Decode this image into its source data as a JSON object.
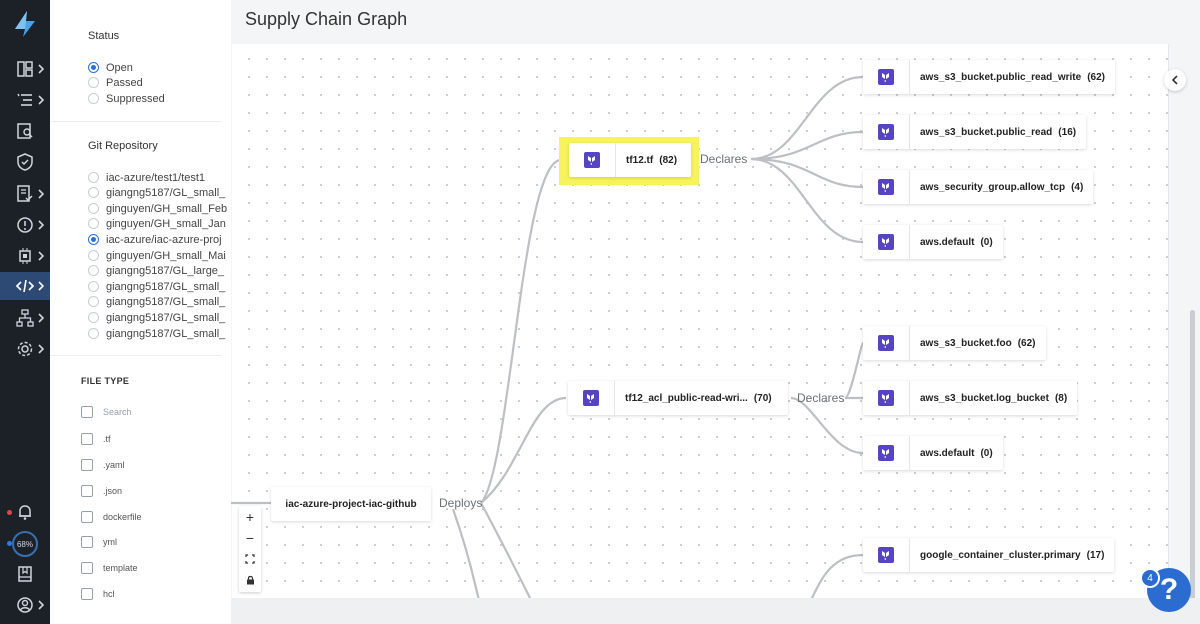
{
  "filters": {
    "status": {
      "title": "Status",
      "options": [
        {
          "label": "Open",
          "checked": true
        },
        {
          "label": "Passed",
          "checked": false
        },
        {
          "label": "Suppressed",
          "checked": false
        }
      ]
    },
    "git_repository": {
      "title": "Git Repository",
      "options": [
        {
          "label": "iac-azure/test1/test1",
          "checked": false
        },
        {
          "label": "giangng5187/GL_small_",
          "checked": false
        },
        {
          "label": "ginguyen/GH_small_Feb",
          "checked": false
        },
        {
          "label": "ginguyen/GH_small_Jan",
          "checked": false
        },
        {
          "label": "iac-azure/iac-azure-proj",
          "checked": true
        },
        {
          "label": "ginguyen/GH_small_Mai",
          "checked": false
        },
        {
          "label": "giangng5187/GL_large_",
          "checked": false
        },
        {
          "label": "giangng5187/GL_small_",
          "checked": false
        },
        {
          "label": "giangng5187/GL_small_",
          "checked": false
        },
        {
          "label": "giangng5187/GL_small_",
          "checked": false
        },
        {
          "label": "giangng5187/GL_small_",
          "checked": false
        }
      ]
    },
    "file_type": {
      "title": "FILE TYPE",
      "search_placeholder": "Search",
      "options": [
        ".tf",
        ".yaml",
        ".json",
        "dockerfile",
        "yml",
        "template",
        "hcl"
      ]
    }
  },
  "main": {
    "title": "Supply Chain Graph",
    "graph": {
      "root": "iac-azure-project-iac-github",
      "edge_labels": [
        "Deploys",
        "Declares",
        "Declares"
      ],
      "files": [
        {
          "name": "tf12.tf",
          "count": "(82)",
          "highlighted": true
        },
        {
          "name": "tf12_acl_public-read-wri...",
          "count": "(70)",
          "highlighted": false
        }
      ],
      "resources": [
        {
          "name": "aws_s3_bucket.public_read_write",
          "count": "(62)"
        },
        {
          "name": "aws_s3_bucket.public_read",
          "count": "(16)"
        },
        {
          "name": "aws_security_group.allow_tcp",
          "count": "(4)"
        },
        {
          "name": "aws.default",
          "count": "(0)"
        },
        {
          "name": "aws_s3_bucket.foo",
          "count": "(62)"
        },
        {
          "name": "aws_s3_bucket.log_bucket",
          "count": "(8)"
        },
        {
          "name": "aws.default",
          "count": "(0)"
        },
        {
          "name": "google_container_cluster.primary",
          "count": "(17)"
        }
      ]
    },
    "zoom_controls": [
      "+",
      "−"
    ]
  },
  "nav": {
    "progress": "68%",
    "help_badge": "4",
    "help_label": "?"
  },
  "colors": {
    "nav_bg": "#1c2128",
    "accent": "#2a6fd6",
    "resource_icon": "#5744c4",
    "highlight": "#f6f35c"
  }
}
